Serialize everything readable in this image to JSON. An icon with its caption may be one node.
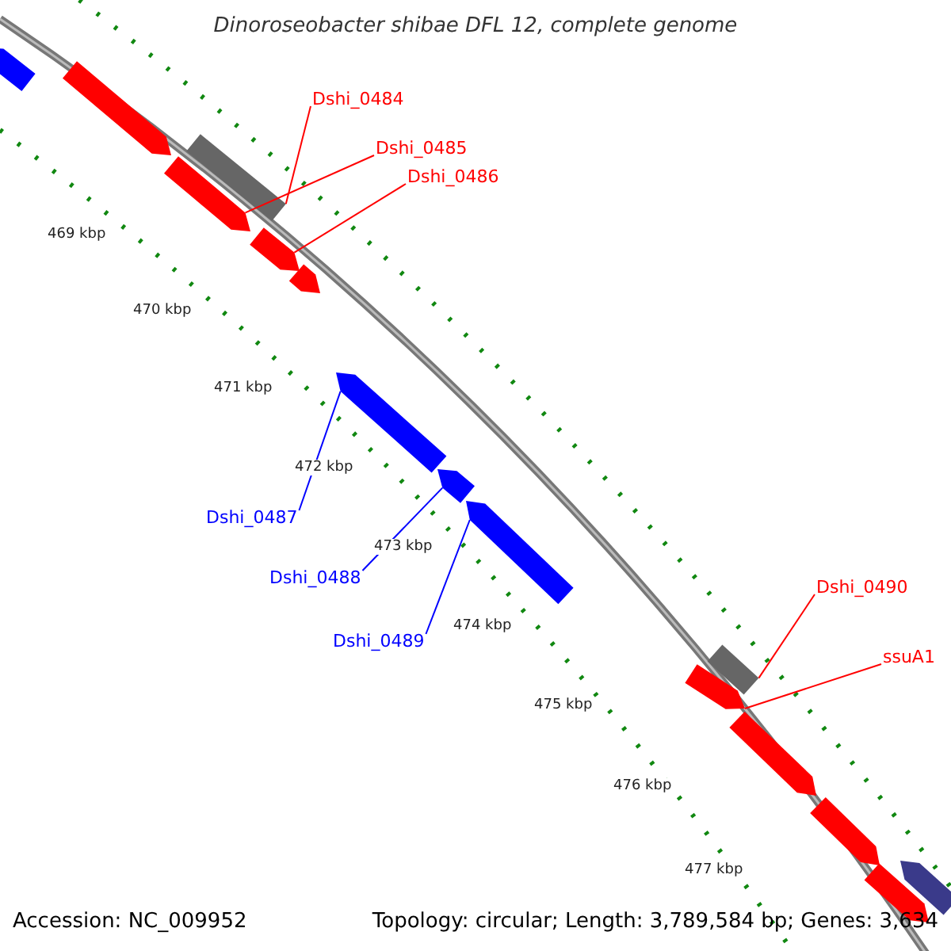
{
  "diagram": {
    "title": "Dinoroseobacter shibae DFL 12, complete genome",
    "nodes": [
      {
        "text": [],
        "shape": "arrow"
      },
      {
        "text": [],
        "shape": "arrow"
      },
      {
        "text": [
          "Dshi_0484"
        ]
      },
      {
        "text": [],
        "shape": "bar"
      },
      {
        "text": [
          "Dshi_0485"
        ]
      },
      {
        "text": [
          "Dshi_0486"
        ]
      },
      {
        "text": [],
        "shape": "arrow"
      },
      {
        "text": [],
        "shape": "arrow"
      },
      {
        "text": [],
        "shape": "arrow"
      },
      {
        "text": [],
        "shape": "arrow"
      },
      {
        "text": [],
        "shape": "arrow"
      },
      {
        "text": [
          "Dshi_0487"
        ]
      },
      {
        "text": [
          "Dshi_0488"
        ]
      },
      {
        "text": [],
        "shape": "arrow"
      },
      {
        "text": [
          "Dshi_0489"
        ]
      },
      {
        "text": [
          "Dshi_0490"
        ]
      },
      {
        "text": [],
        "shape": "bar"
      },
      {
        "text": [
          "ssuA1"
        ]
      },
      {
        "text": [],
        "shape": "arrow"
      },
      {
        "text": [],
        "shape": "arrow"
      },
      {
        "text": [],
        "shape": "arrow"
      },
      {
        "text": [],
        "shape": "arrow"
      },
      {
        "text": [],
        "shape": "arrow"
      }
    ],
    "edges": [
      {
        "from": 2,
        "to": 3,
        "arrow": "none"
      },
      {
        "from": 4,
        "to": 6,
        "arrow": "none"
      },
      {
        "from": 5,
        "to": 7,
        "arrow": "none"
      },
      {
        "from": 11,
        "to": 9,
        "arrow": "none",
        "color": "#0000ff"
      },
      {
        "from": 12,
        "to": 10,
        "arrow": "none",
        "color": "#0000ff"
      },
      {
        "from": 14,
        "to": 13,
        "arrow": "none",
        "color": "#0000ff"
      },
      {
        "from": 15,
        "to": 16,
        "arrow": "none"
      },
      {
        "from": 17,
        "to": 18,
        "arrow": "none"
      }
    ],
    "labels": [
      "469 kbp",
      "470 kbp",
      "471 kbp",
      "472 kbp",
      "473 kbp",
      "474 kbp",
      "475 kbp",
      "476 kbp",
      "477 kbp",
      "Accession: NC_009952",
      "Topology: circular; Length: 3,789,584 bp; Genes: 3,634"
    ]
  }
}
